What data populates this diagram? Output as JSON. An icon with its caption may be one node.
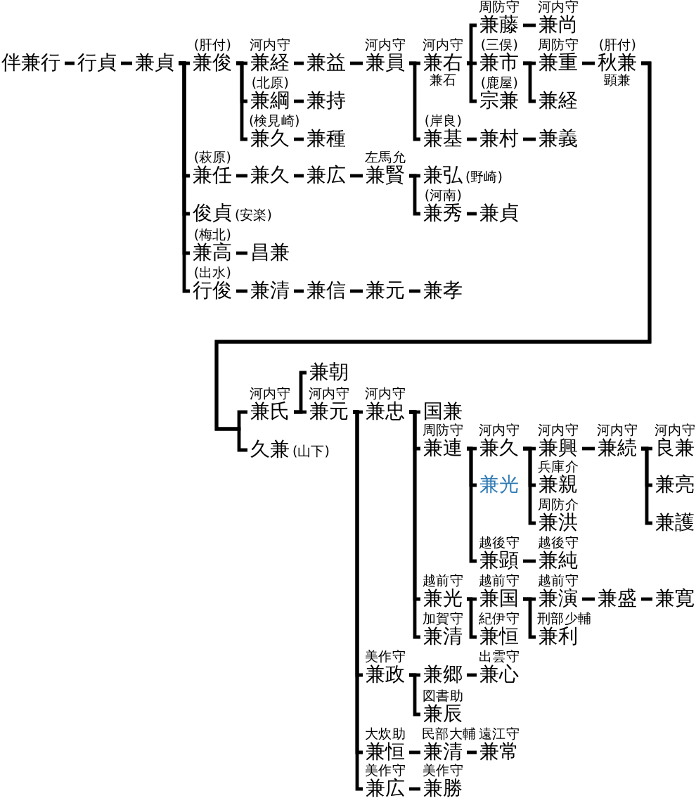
{
  "diagram": {
    "nodes": [
      {
        "text": [
          "伴兼行"
        ]
      },
      {
        "text": [
          "行貞"
        ]
      },
      {
        "text": [
          "兼貞"
        ]
      },
      {
        "text": [
          "兼俊"
        ],
        "beside": [
          "(肝付)"
        ]
      },
      {
        "text": [
          "兼経"
        ],
        "beside": [
          "河内守"
        ]
      },
      {
        "text": [
          "兼益"
        ]
      },
      {
        "text": [
          "兼員"
        ],
        "beside": [
          "河内守"
        ]
      },
      {
        "text": [
          "兼右"
        ],
        "beside": [
          "河内守",
          "兼石"
        ]
      },
      {
        "text": [
          "兼藤"
        ],
        "beside": [
          "周防守"
        ]
      },
      {
        "text": [
          "兼尚"
        ],
        "beside": [
          "河内守"
        ]
      },
      {
        "text": [
          "兼市"
        ],
        "beside": [
          "(三俣)"
        ]
      },
      {
        "text": [
          "兼重"
        ],
        "beside": [
          "周防守"
        ]
      },
      {
        "text": [
          "秋兼"
        ],
        "beside": [
          "(肝付)",
          "顕兼"
        ]
      },
      {
        "text": [
          "宗兼"
        ],
        "beside": [
          "(鹿屋)"
        ]
      },
      {
        "text": [
          "兼経"
        ]
      },
      {
        "text": [
          "兼基"
        ],
        "beside": [
          "(岸良)"
        ]
      },
      {
        "text": [
          "兼村"
        ]
      },
      {
        "text": [
          "兼義"
        ]
      },
      {
        "text": [
          "兼綱"
        ],
        "beside": [
          "(北原)"
        ]
      },
      {
        "text": [
          "兼持"
        ]
      },
      {
        "text": [
          "兼久"
        ],
        "beside": [
          "(検見崎)"
        ]
      },
      {
        "text": [
          "兼種"
        ]
      },
      {
        "text": [
          "兼任"
        ],
        "beside": [
          "(萩原)"
        ]
      },
      {
        "text": [
          "兼久"
        ]
      },
      {
        "text": [
          "兼広"
        ]
      },
      {
        "text": [
          "兼賢"
        ],
        "beside": [
          "左馬允"
        ]
      },
      {
        "text": [
          "兼弘"
        ],
        "beside": [
          "(野崎)"
        ]
      },
      {
        "text": [
          "兼秀"
        ],
        "beside": [
          "(河南)"
        ]
      },
      {
        "text": [
          "兼貞"
        ]
      },
      {
        "text": [
          "俊貞"
        ],
        "beside": [
          "(安楽)"
        ]
      },
      {
        "text": [
          "兼高"
        ],
        "beside": [
          "(梅北)"
        ]
      },
      {
        "text": [
          "昌兼"
        ]
      },
      {
        "text": [
          "行俊"
        ],
        "beside": [
          "(出水)"
        ]
      },
      {
        "text": [
          "兼清"
        ]
      },
      {
        "text": [
          "兼信"
        ]
      },
      {
        "text": [
          "兼元"
        ]
      },
      {
        "text": [
          "兼孝"
        ]
      },
      {
        "text": [
          "兼氏"
        ],
        "beside": [
          "河内守"
        ]
      },
      {
        "text": [
          "久兼"
        ],
        "beside": [
          "(山下)"
        ]
      },
      {
        "text": [
          "兼朝"
        ]
      },
      {
        "text": [
          "兼元"
        ],
        "beside": [
          "河内守"
        ]
      },
      {
        "text": [
          "兼忠"
        ],
        "beside": [
          "河内守"
        ]
      },
      {
        "text": [
          "国兼"
        ]
      },
      {
        "text": [
          "兼連"
        ],
        "beside": [
          "周防守"
        ]
      },
      {
        "text": [
          "兼久"
        ],
        "beside": [
          "河内守"
        ]
      },
      {
        "text": [
          "兼興"
        ],
        "beside": [
          "河内守"
        ]
      },
      {
        "text": [
          "兼続"
        ],
        "beside": [
          "河内守"
        ]
      },
      {
        "text": [
          "良兼"
        ],
        "beside": [
          "河内守"
        ]
      },
      {
        "text": [
          "兼光"
        ]
      },
      {
        "text": [
          "兼親"
        ],
        "beside": [
          "兵庫介"
        ]
      },
      {
        "text": [
          "兼亮"
        ]
      },
      {
        "text": [
          "兼洪"
        ],
        "beside": [
          "周防介"
        ]
      },
      {
        "text": [
          "兼護"
        ]
      },
      {
        "text": [
          "兼顕"
        ],
        "beside": [
          "越後守"
        ]
      },
      {
        "text": [
          "兼純"
        ],
        "beside": [
          "越後守"
        ]
      },
      {
        "text": [
          "兼光"
        ],
        "beside": [
          "越前守"
        ]
      },
      {
        "text": [
          "兼国"
        ],
        "beside": [
          "越前守"
        ]
      },
      {
        "text": [
          "兼演"
        ],
        "beside": [
          "越前守"
        ]
      },
      {
        "text": [
          "兼盛"
        ]
      },
      {
        "text": [
          "兼寛"
        ]
      },
      {
        "text": [
          "兼清"
        ],
        "beside": [
          "加賀守"
        ]
      },
      {
        "text": [
          "兼恒"
        ],
        "beside": [
          "紀伊守"
        ]
      },
      {
        "text": [
          "兼利"
        ],
        "beside": [
          "刑部少輔"
        ]
      },
      {
        "text": [
          "兼政"
        ],
        "beside": [
          "美作守"
        ]
      },
      {
        "text": [
          "兼郷"
        ]
      },
      {
        "text": [
          "兼心"
        ],
        "beside": [
          "出雲守"
        ]
      },
      {
        "text": [
          "兼辰"
        ],
        "beside": [
          "図書助"
        ]
      },
      {
        "text": [
          "兼恒"
        ],
        "beside": [
          "大炊助"
        ]
      },
      {
        "text": [
          "兼清"
        ],
        "beside": [
          "民部大輔"
        ]
      },
      {
        "text": [
          "兼常"
        ],
        "beside": [
          "遠江守"
        ]
      },
      {
        "text": [
          "兼広"
        ],
        "beside": [
          "美作守"
        ]
      },
      {
        "text": [
          "兼勝"
        ],
        "beside": [
          "美作守"
        ]
      }
    ],
    "edges": [
      {
        "from": 0,
        "to": 1,
        "arrow": "none"
      },
      {
        "from": 1,
        "to": 2,
        "arrow": "none"
      },
      {
        "from": 2,
        "to": 3,
        "arrow": "none"
      },
      {
        "from": 2,
        "to": 22,
        "arrow": "none"
      },
      {
        "from": 2,
        "to": 29,
        "arrow": "none"
      },
      {
        "from": 2,
        "to": 30,
        "arrow": "none"
      },
      {
        "from": 2,
        "to": 32,
        "arrow": "none"
      },
      {
        "from": 3,
        "to": 4,
        "arrow": "none"
      },
      {
        "from": 3,
        "to": 18,
        "arrow": "none"
      },
      {
        "from": 3,
        "to": 20,
        "arrow": "none"
      },
      {
        "from": 4,
        "to": 5,
        "arrow": "none"
      },
      {
        "from": 5,
        "to": 6,
        "arrow": "none"
      },
      {
        "from": 6,
        "to": 7,
        "arrow": "none"
      },
      {
        "from": 6,
        "to": 15,
        "arrow": "none"
      },
      {
        "from": 7,
        "to": 8,
        "arrow": "none"
      },
      {
        "from": 7,
        "to": 10,
        "arrow": "none"
      },
      {
        "from": 7,
        "to": 13,
        "arrow": "none"
      },
      {
        "from": 8,
        "to": 9,
        "arrow": "none"
      },
      {
        "from": 10,
        "to": 11,
        "arrow": "none"
      },
      {
        "from": 10,
        "to": 14,
        "arrow": "none"
      },
      {
        "from": 11,
        "to": 12,
        "arrow": "none"
      },
      {
        "from": 15,
        "to": 16,
        "arrow": "none"
      },
      {
        "from": 16,
        "to": 17,
        "arrow": "none"
      },
      {
        "from": 18,
        "to": 19,
        "arrow": "none"
      },
      {
        "from": 20,
        "to": 21,
        "arrow": "none"
      },
      {
        "from": 22,
        "to": 23,
        "arrow": "none"
      },
      {
        "from": 23,
        "to": 24,
        "arrow": "none"
      },
      {
        "from": 24,
        "to": 25,
        "arrow": "none"
      },
      {
        "from": 25,
        "to": 26,
        "arrow": "none"
      },
      {
        "from": 25,
        "to": 27,
        "arrow": "none"
      },
      {
        "from": 27,
        "to": 28,
        "arrow": "none"
      },
      {
        "from": 30,
        "to": 31,
        "arrow": "none"
      },
      {
        "from": 32,
        "to": 33,
        "arrow": "none"
      },
      {
        "from": 33,
        "to": 34,
        "arrow": "none"
      },
      {
        "from": 34,
        "to": 35,
        "arrow": "none"
      },
      {
        "from": 35,
        "to": 36,
        "arrow": "none"
      },
      {
        "from": 12,
        "to": 37,
        "arrow": "none"
      },
      {
        "from": 12,
        "to": 38,
        "arrow": "none"
      },
      {
        "from": 37,
        "to": 39,
        "arrow": "none"
      },
      {
        "from": 37,
        "to": 40,
        "arrow": "none"
      },
      {
        "from": 40,
        "to": 41,
        "arrow": "none"
      },
      {
        "from": 40,
        "to": 63,
        "arrow": "none"
      },
      {
        "from": 40,
        "to": 67,
        "arrow": "none"
      },
      {
        "from": 40,
        "to": 70,
        "arrow": "none"
      },
      {
        "from": 41,
        "to": 42,
        "arrow": "none"
      },
      {
        "from": 41,
        "to": 43,
        "arrow": "none"
      },
      {
        "from": 41,
        "to": 55,
        "arrow": "none"
      },
      {
        "from": 41,
        "to": 60,
        "arrow": "none"
      },
      {
        "from": 43,
        "to": 44,
        "arrow": "none"
      },
      {
        "from": 43,
        "to": 48,
        "arrow": "none"
      },
      {
        "from": 43,
        "to": 53,
        "arrow": "none"
      },
      {
        "from": 44,
        "to": 45,
        "arrow": "none"
      },
      {
        "from": 44,
        "to": 49,
        "arrow": "none"
      },
      {
        "from": 44,
        "to": 51,
        "arrow": "none"
      },
      {
        "from": 45,
        "to": 46,
        "arrow": "none"
      },
      {
        "from": 46,
        "to": 47,
        "arrow": "none"
      },
      {
        "from": 46,
        "to": 50,
        "arrow": "none"
      },
      {
        "from": 46,
        "to": 52,
        "arrow": "none"
      },
      {
        "from": 53,
        "to": 54,
        "arrow": "none"
      },
      {
        "from": 55,
        "to": 56,
        "arrow": "none"
      },
      {
        "from": 55,
        "to": 61,
        "arrow": "none"
      },
      {
        "from": 56,
        "to": 57,
        "arrow": "none"
      },
      {
        "from": 56,
        "to": 62,
        "arrow": "none"
      },
      {
        "from": 57,
        "to": 58,
        "arrow": "none"
      },
      {
        "from": 58,
        "to": 59,
        "arrow": "none"
      },
      {
        "from": 63,
        "to": 64,
        "arrow": "none"
      },
      {
        "from": 63,
        "to": 66,
        "arrow": "none"
      },
      {
        "from": 64,
        "to": 65,
        "arrow": "none"
      },
      {
        "from": 67,
        "to": 68,
        "arrow": "none"
      },
      {
        "from": 68,
        "to": 69,
        "arrow": "none"
      },
      {
        "from": 70,
        "to": 71,
        "arrow": "none"
      }
    ]
  }
}
